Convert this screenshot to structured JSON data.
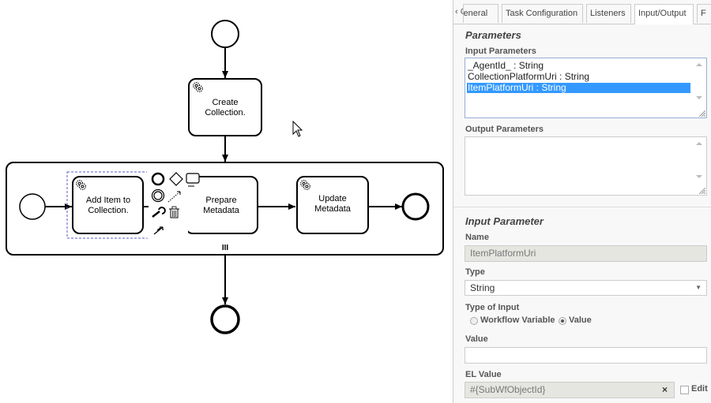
{
  "diagram": {
    "tasks": [
      {
        "id": "create",
        "label_lines": [
          "Create",
          "Collection."
        ]
      },
      {
        "id": "add",
        "label_lines": [
          "Add Item to",
          "Collection."
        ]
      },
      {
        "id": "prepare",
        "label_lines": [
          "Prepare",
          "Metadata"
        ]
      },
      {
        "id": "update",
        "label_lines": [
          "Update",
          "Metadata"
        ]
      }
    ],
    "multi_instance_marker": "III"
  },
  "panel": {
    "tabs": [
      "General",
      "Task Configuration",
      "Listeners",
      "Input/Output",
      "F"
    ],
    "tab_prev_char": "‹ G",
    "active_tab": "Input/Output",
    "parameters_heading": "Parameters",
    "input_parameters_label": "Input Parameters",
    "input_parameters": [
      "_AgentId_ : String",
      "CollectionPlatformUri : String",
      "ItemPlatformUri : String"
    ],
    "selected_input_parameter": "ItemPlatformUri : String",
    "output_parameters_label": "Output Parameters",
    "input_parameter_heading": "Input Parameter",
    "name_label": "Name",
    "name_value": "ItemPlatformUri",
    "type_label": "Type",
    "type_value": "String",
    "type_of_input_label": "Type of Input",
    "type_of_input_options": [
      "Workflow Variable",
      "Value"
    ],
    "type_of_input_selected": "Value",
    "value_label": "Value",
    "value_value": "",
    "el_value_label": "EL Value",
    "el_value_value": "#{SubWfObjectId}",
    "clear_glyph": "×",
    "edit_label": "Edit"
  }
}
